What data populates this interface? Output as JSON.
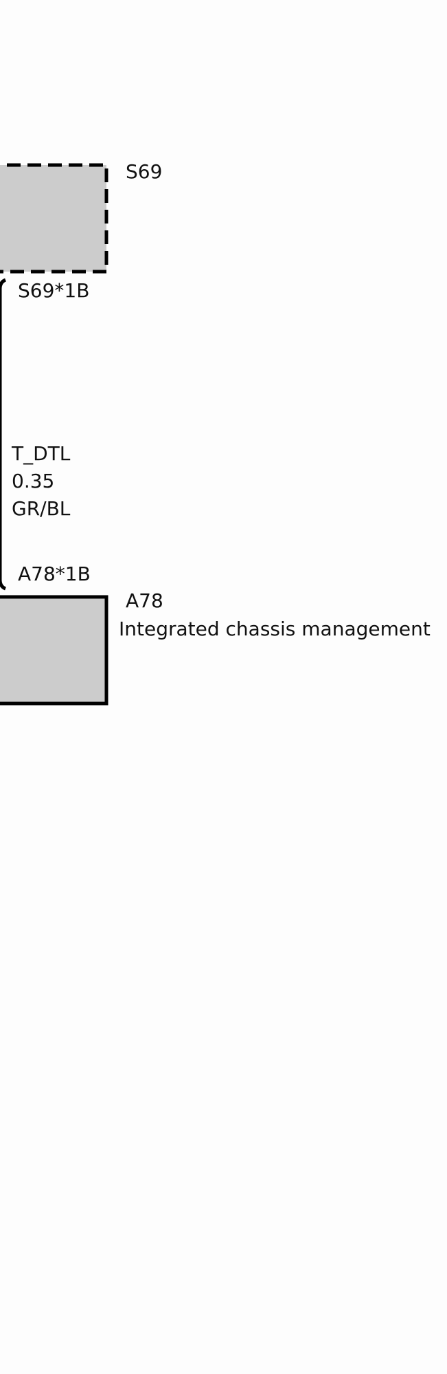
{
  "diagram": {
    "components": [
      {
        "id": "S69",
        "label": "S69",
        "description": ""
      },
      {
        "id": "A78",
        "label": "A78",
        "description": "Integrated chassis management"
      }
    ],
    "connectors": [
      {
        "label": "S69*1B"
      },
      {
        "label": "A78*1B"
      }
    ],
    "wire": {
      "signal": "T_DTL",
      "gauge": "0.35",
      "color_code": "GR/BL"
    }
  },
  "colors": {
    "background": "#fdfdfd",
    "component_fill": "#cccccc",
    "line": "#000000",
    "text": "#111111"
  }
}
